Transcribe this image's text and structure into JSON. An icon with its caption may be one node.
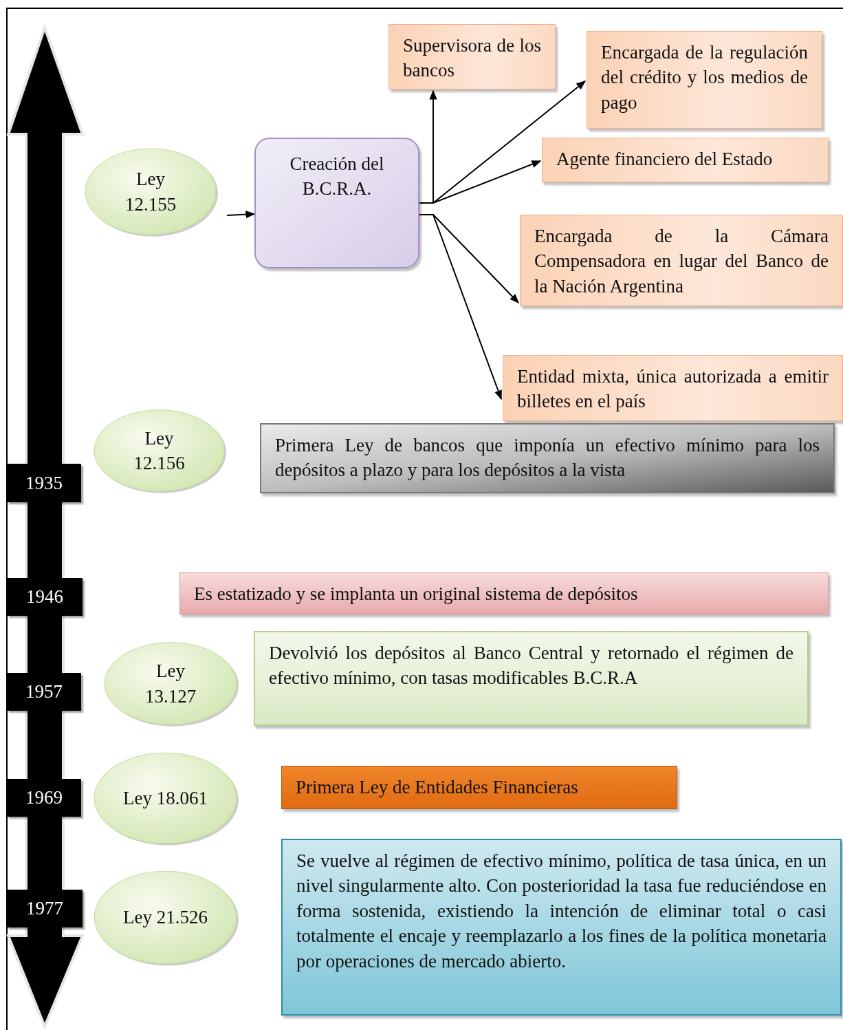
{
  "diagram": {
    "nodes": [
      {
        "text": [
          "Ley 12.155"
        ]
      },
      {
        "text": [
          "Creación del B.C.R.A."
        ]
      },
      {
        "text": [
          "Supervisora de los bancos"
        ]
      },
      {
        "text": [
          "Encargada de la regulación del crédito y los medios de pago"
        ]
      },
      {
        "text": [
          "Agente financiero del Estado"
        ]
      },
      {
        "text": [
          "Encargada de la Cámara Compensadora en lugar del Banco de la Nación Argentina"
        ]
      },
      {
        "text": [
          "Entidad mixta, única autorizada a emitir billetes en el país"
        ]
      },
      {
        "text": [
          "Ley 12.156"
        ]
      },
      {
        "text": [
          "Primera Ley de bancos que imponía un efectivo mínimo para los depósitos a plazo y para los depósitos a la vista"
        ]
      },
      {
        "text": [
          "Es estatizado y se implanta un original sistema de depósitos"
        ]
      },
      {
        "text": [
          "Ley 13.127"
        ]
      },
      {
        "text": [
          "Devolvió los depósitos al Banco Central y retornado el régimen de efectivo mínimo, con tasas modificables B.C.R.A"
        ]
      },
      {
        "text": [
          "Ley 18.061"
        ]
      },
      {
        "text": [
          "Primera Ley de Entidades Financieras"
        ]
      },
      {
        "text": [
          "Ley 21.526"
        ]
      },
      {
        "text": [
          "Se vuelve al régimen de efectivo mínimo, política de tasa única, en un nivel singularmente alto. Con posterioridad la tasa fue reduciéndose en forma sostenida, existiendo la intención de eliminar total o casi totalmente el encaje y reemplazarlo a los fines de la política monetaria por operaciones de mercado abierto."
        ]
      }
    ],
    "edges": [
      {
        "from": 0,
        "to": 1,
        "arrow": "to"
      },
      {
        "from": 1,
        "to": 2,
        "arrow": "to"
      },
      {
        "from": 1,
        "to": 3,
        "arrow": "to"
      },
      {
        "from": 1,
        "to": 4,
        "arrow": "to"
      },
      {
        "from": 1,
        "to": 5,
        "arrow": "to"
      },
      {
        "from": 1,
        "to": 6,
        "arrow": "to"
      }
    ],
    "labels": [
      "1935",
      "1946",
      "1957",
      "1969",
      "1977"
    ]
  }
}
